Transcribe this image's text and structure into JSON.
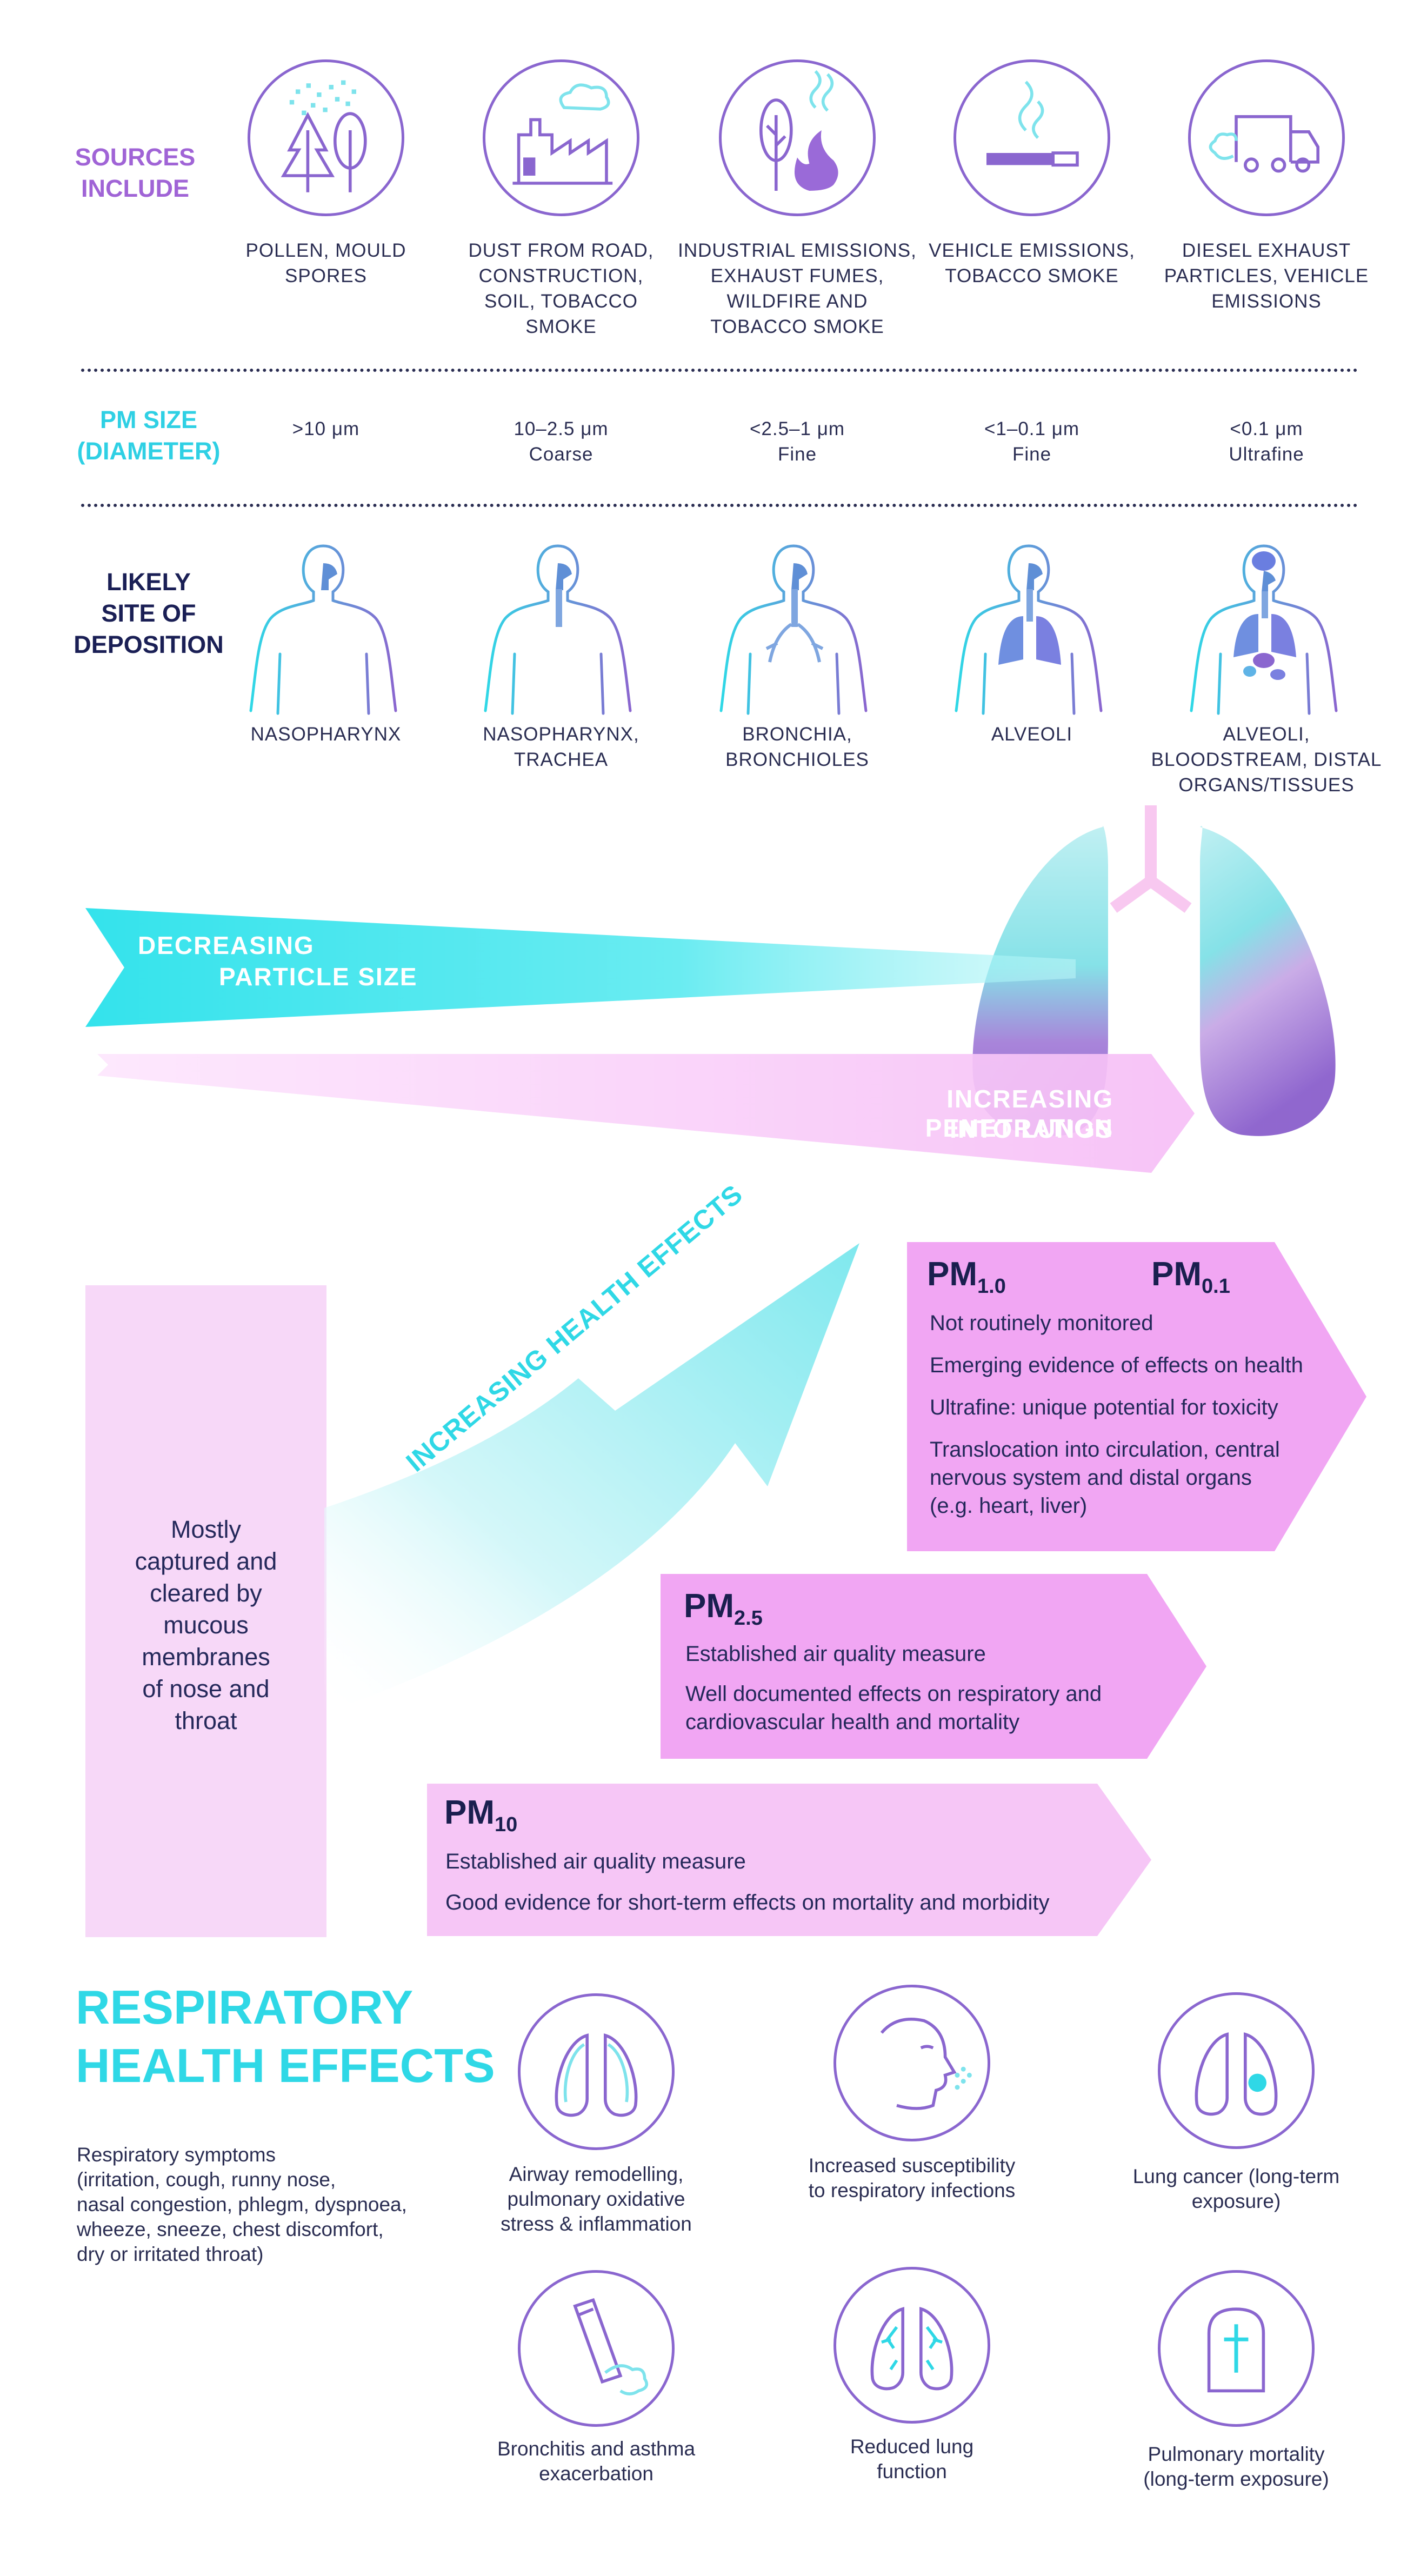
{
  "rows": {
    "sources": "SOURCES\nINCLUDE",
    "pm_size": "PM SIZE\n(DIAMETER)",
    "deposition": "LIKELY\nSITE OF\nDEPOSITION"
  },
  "sources": [
    {
      "icon": "pollen-trees-icon",
      "text": "POLLEN, MOULD\nSPORES"
    },
    {
      "icon": "dust-road-icon",
      "text": "DUST FROM ROAD,\nCONSTRUCTION,\nSOIL, TOBACCO\nSMOKE"
    },
    {
      "icon": "wildfire-icon",
      "text": "INDUSTRIAL EMISSIONS,\nEXHAUST FUMES,\nWILDFIRE AND\nTOBACCO SMOKE"
    },
    {
      "icon": "cigarette-icon",
      "text": "VEHICLE EMISSIONS,\nTOBACCO SMOKE"
    },
    {
      "icon": "diesel-truck-icon",
      "text": "DIESEL EXHAUST\nPARTICLES, VEHICLE\nEMISSIONS"
    }
  ],
  "sizes": [
    {
      "value": ">10 μm",
      "label": ""
    },
    {
      "value": "10–2.5 μm",
      "label": "Coarse"
    },
    {
      "value": "<2.5–1 μm",
      "label": "Fine"
    },
    {
      "value": "<1–0.1 μm",
      "label": "Fine"
    },
    {
      "value": "<0.1 μm",
      "label": "Ultrafine"
    }
  ],
  "deposition": [
    "NASOPHARYNX",
    "NASOPHARYNX,\nTRACHEA",
    "BRONCHIA,\nBRONCHIOLES",
    "ALVEOLI",
    "ALVEOLI,\nBLOODSTREAM, DISTAL\nORGANS/TISSUES"
  ],
  "arrows": {
    "decreasing_line1": "DECREASING",
    "decreasing_line2": "PARTICLE SIZE",
    "increasing_line1": "INCREASING PENETRATION",
    "increasing_line2": "INTO LUNGS",
    "health": "INCREASING HEALTH EFFECTS"
  },
  "mostly_captured": "Mostly\ncaptured and\ncleared by\nmucous\nmembranes\nof nose and\nthroat",
  "pm_levels": {
    "pm1": {
      "title_a_base": "PM",
      "title_a_sub": "1.0",
      "title_b_base": "PM",
      "title_b_sub": "0.1",
      "lines": [
        "Not routinely monitored",
        "Emerging evidence of effects on health",
        "Ultrafine: unique potential for toxicity",
        "Translocation into circulation, central\nnervous system and distal organs\n(e.g. heart, liver)"
      ]
    },
    "pm25": {
      "title_base": "PM",
      "title_sub": "2.5",
      "lines": [
        "Established air quality measure",
        "Well documented effects on respiratory and\ncardiovascular health and mortality"
      ]
    },
    "pm10": {
      "title_base": "PM",
      "title_sub": "10",
      "lines": [
        "Established air quality measure",
        "Good evidence for short-term effects on mortality and morbidity"
      ]
    }
  },
  "respiratory": {
    "heading_line1": "RESPIRATORY",
    "heading_line2": "HEALTH EFFECTS",
    "symptoms": "Respiratory symptoms\n(irritation, cough, runny nose,\nnasal congestion, phlegm, dyspnoea,\nwheeze, sneeze, chest discomfort,\ndry or irritated throat)",
    "effects": [
      {
        "icon": "airway-lungs-icon",
        "text": "Airway remodelling,\npulmonary oxidative\nstress & inflammation"
      },
      {
        "icon": "infection-face-icon",
        "text": "Increased susceptibility\nto respiratory infections"
      },
      {
        "icon": "lung-cancer-icon",
        "text": "Lung cancer (long-term\nexposure)"
      },
      {
        "icon": "inhaler-icon",
        "text": "Bronchitis and asthma\nexacerbation"
      },
      {
        "icon": "reduced-lung-icon",
        "text": "Reduced lung\nfunction"
      },
      {
        "icon": "tombstone-icon",
        "text": "Pulmonary mortality\n(long-term exposure)"
      }
    ]
  },
  "colors": {
    "purple": "#8a66cf",
    "cyan": "#2fd8e6",
    "navy": "#1f2350",
    "pink": "#f1a6f3",
    "light_pink": "#f8d6f8"
  }
}
